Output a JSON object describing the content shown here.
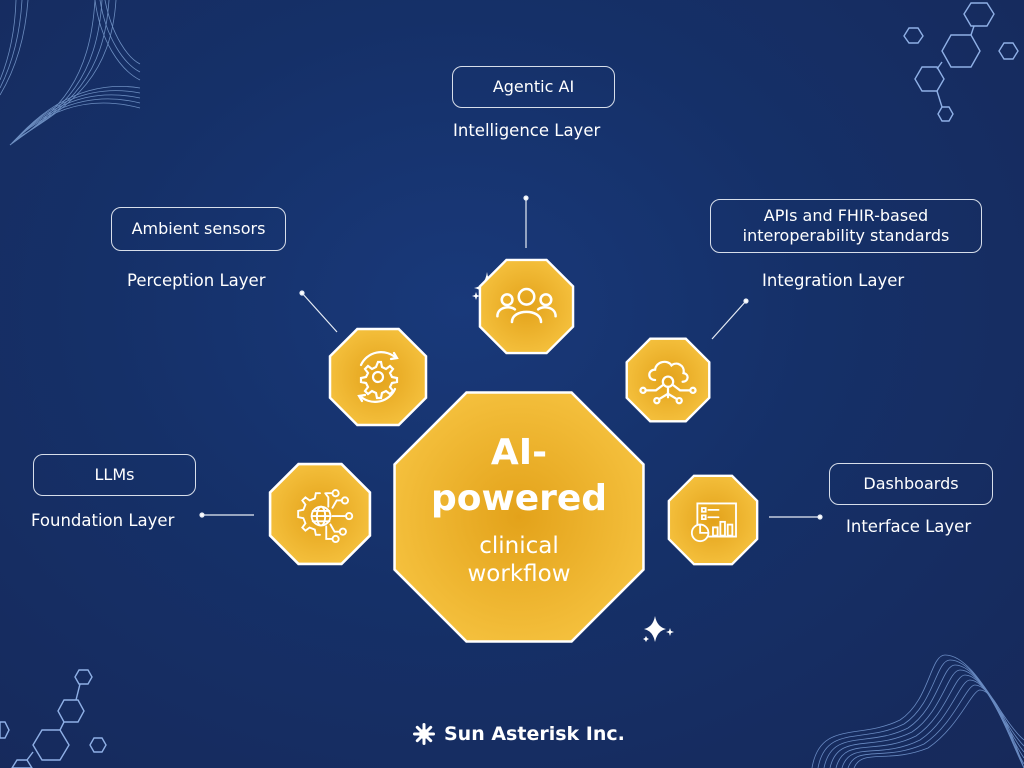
{
  "center": {
    "title_bold_line1": "AI-",
    "title_bold_line2": "powered",
    "subtitle_line1": "clinical",
    "subtitle_line2": "workflow"
  },
  "layers": [
    {
      "id": "intelligence",
      "tool": "Agentic AI",
      "layer": "Intelligence Layer",
      "icon": "people-group-icon"
    },
    {
      "id": "perception",
      "tool": "Ambient sensors",
      "layer": "Perception Layer",
      "icon": "gear-cycle-icon"
    },
    {
      "id": "integration",
      "tool_line1": "APIs and FHIR-based",
      "tool_line2": "interoperability standards",
      "layer": "Integration Layer",
      "icon": "cloud-network-icon"
    },
    {
      "id": "foundation",
      "tool": "LLMs",
      "layer": "Foundation Layer",
      "icon": "gear-globe-circuit-icon"
    },
    {
      "id": "interface",
      "tool": "Dashboards",
      "layer": "Interface Layer",
      "icon": "dashboard-chart-icon"
    }
  ],
  "brand": {
    "name": "Sun Asterisk Inc.",
    "icon": "asterisk-logo-icon"
  },
  "colors": {
    "background": "#153068",
    "octagon_fill": "#f2ba36",
    "octagon_center": "#e3a21a",
    "octagon_stroke": "#ffffff",
    "decor_lines": "#7ea3dc"
  }
}
